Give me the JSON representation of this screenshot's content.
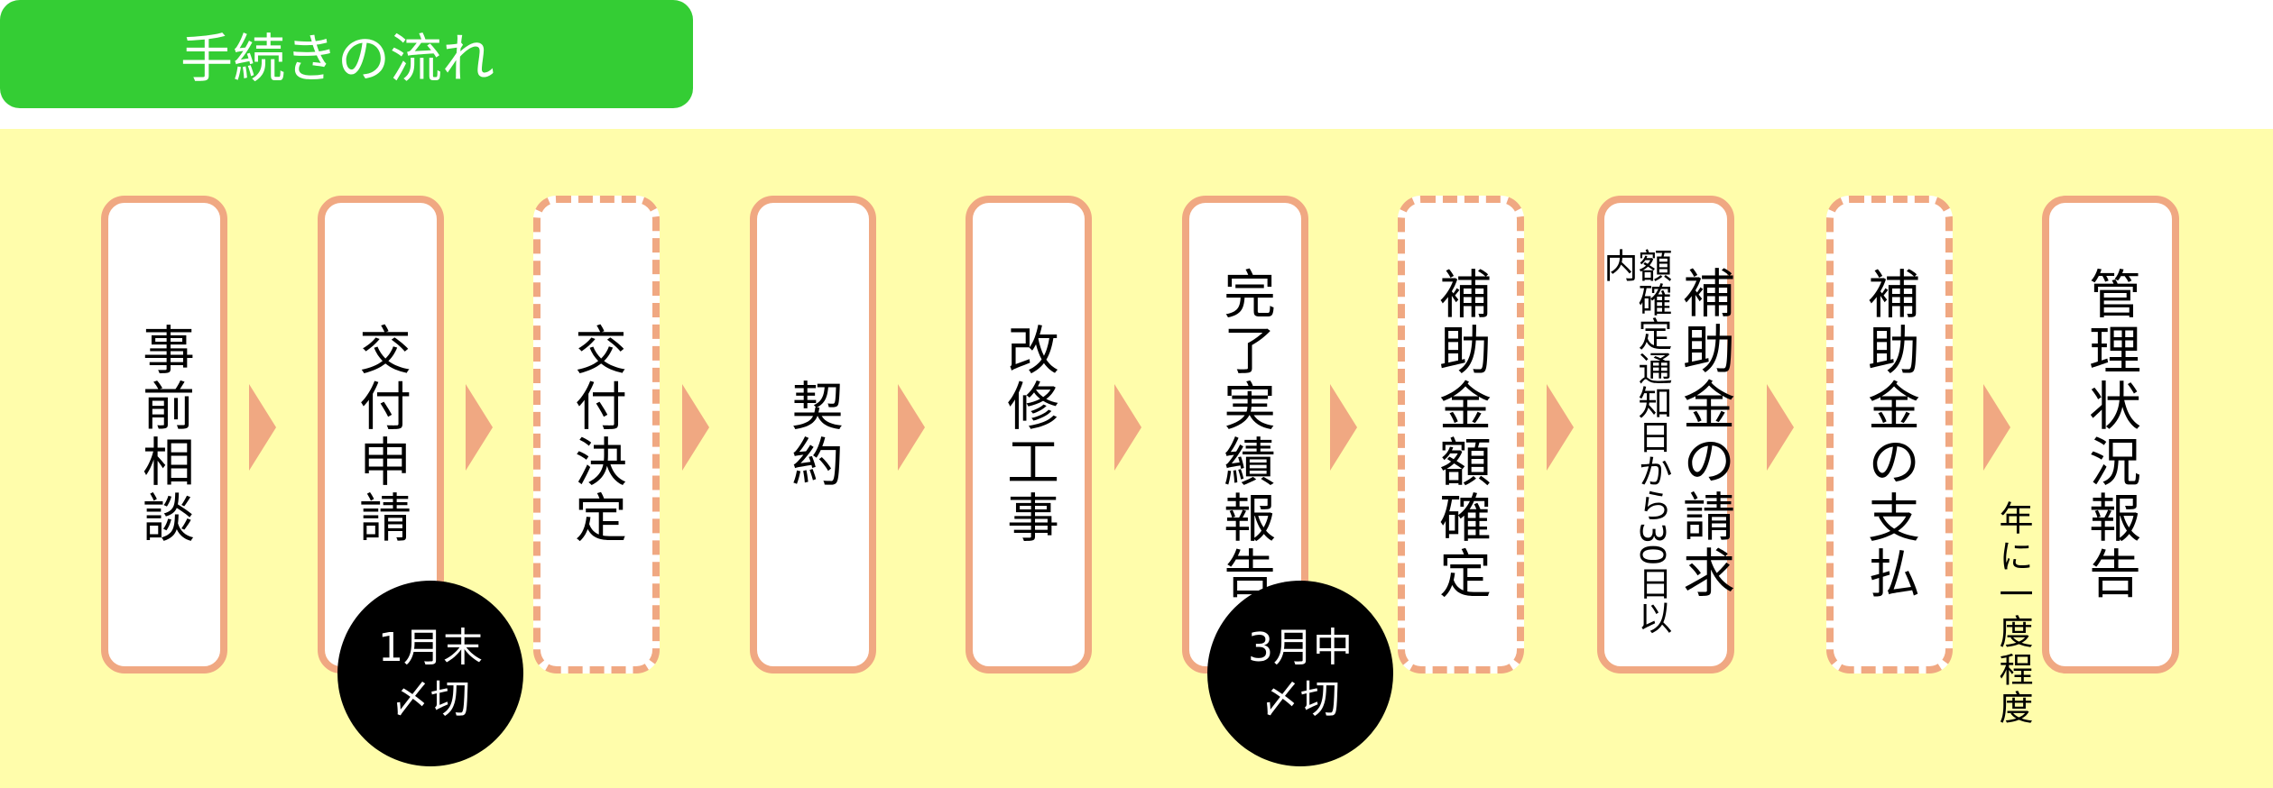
{
  "title": "手続きの流れ",
  "steps": [
    {
      "label": "事前相談",
      "style": "solid"
    },
    {
      "label": "交付申請",
      "style": "solid"
    },
    {
      "label": "交付決定",
      "style": "dashed"
    },
    {
      "label": "契約",
      "style": "solid"
    },
    {
      "label": "改修工事",
      "style": "solid"
    },
    {
      "label": "完了実績報告",
      "style": "solid"
    },
    {
      "label": "補助金額確定",
      "style": "dashed"
    },
    {
      "label": "補助金の請求",
      "style": "solid",
      "note": "額確定通知日から30日以内"
    },
    {
      "label": "補助金の支払",
      "style": "dashed"
    },
    {
      "label": "管理状況報告",
      "style": "solid"
    }
  ],
  "deadlines": [
    {
      "line1": "1月末",
      "line2": "〆切"
    },
    {
      "line1": "3月中",
      "line2": "〆切"
    }
  ],
  "frequency_note": "年に一度程度",
  "colors": {
    "title_bg": "#34cd34",
    "band": "#fffdab",
    "border": "#f0a882"
  }
}
